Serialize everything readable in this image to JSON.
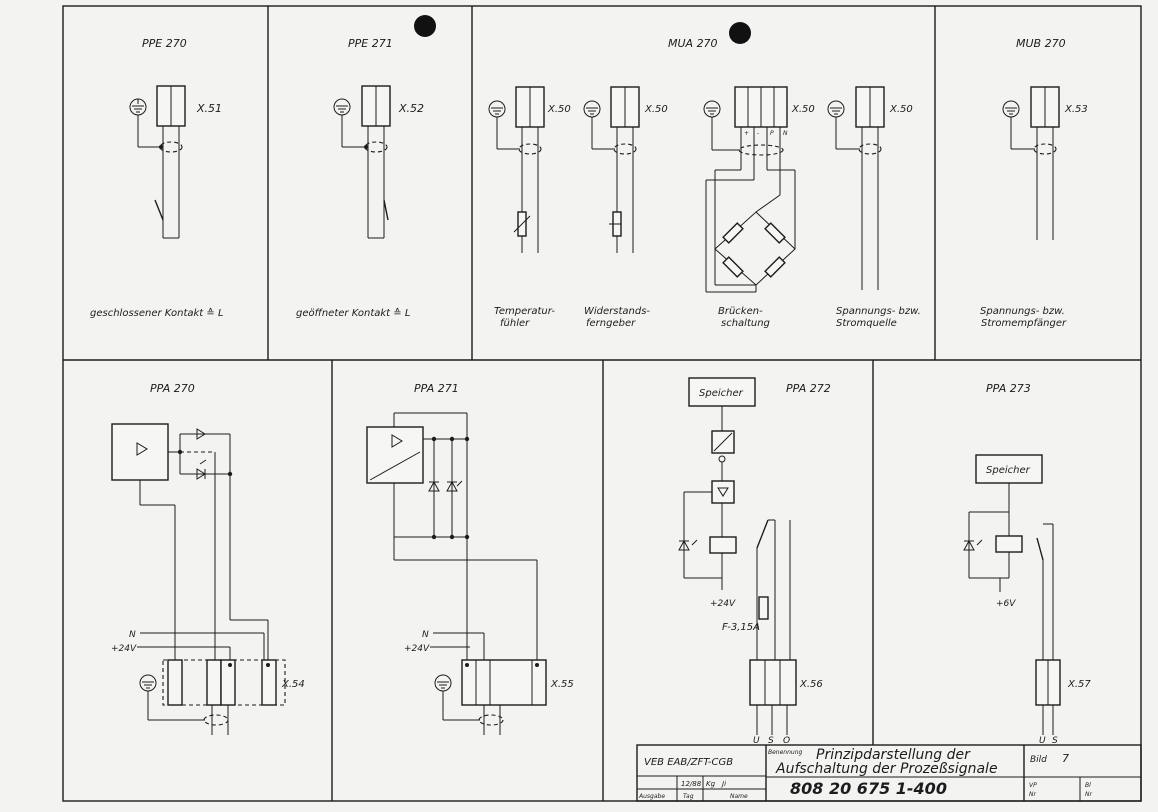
{
  "top_panels": {
    "ppe270": {
      "title": "PPE 270",
      "terminal": "X.51",
      "caption": "geschlossener Kontakt ≙ L"
    },
    "ppe271": {
      "title": "PPE 271",
      "terminal": "X.52",
      "caption": "geöffneter Kontakt ≙ L"
    },
    "mua270": {
      "title": "MUA 270",
      "terminals": [
        "X.50",
        "X.50",
        "X.50",
        "X.50"
      ],
      "captions": [
        {
          "line1": "Temperatur-",
          "line2": "fühler"
        },
        {
          "line1": "Widerstands-",
          "line2": "ferngeber"
        },
        {
          "line1": "Brücken-",
          "line2": "schaltung"
        },
        {
          "line1": "Spannungs- bzw.",
          "line2": "Stromquelle"
        }
      ],
      "pin_labels": [
        "+",
        "-",
        "P",
        "N"
      ]
    },
    "mub270": {
      "title": "MUB 270",
      "terminal": "X.53",
      "caption_line1": "Spannungs- bzw.",
      "caption_line2": "Stromempfänger"
    }
  },
  "bottom_panels": {
    "ppa270": {
      "title": "PPA 270",
      "terminal": "X.54",
      "n_label": "N",
      "v_label": "+24V"
    },
    "ppa271": {
      "title": "PPA 271",
      "terminal": "X.55",
      "n_label": "N",
      "v_label": "+24V"
    },
    "ppa272": {
      "title": "PPA 272",
      "terminal": "X.56",
      "memory_label": "Speicher",
      "supply": "+24V",
      "fuse": "F-3,15A",
      "pins": [
        "U",
        "S",
        "O"
      ]
    },
    "ppa273": {
      "title": "PPA 273",
      "terminal": "X.57",
      "memory_label": "Speicher",
      "supply": "+6V",
      "pins": [
        "U",
        "S"
      ]
    }
  },
  "title_block": {
    "org": "VEB EAB/ZFT-CGB",
    "label_benennung": "Benennung",
    "title_line1": "Prinzipdarstellung der",
    "title_line2": "Aufschaltung der Prozeßsignale",
    "bild_label": "Bild",
    "bild_number": "7",
    "date": "12/88",
    "initials": "Kg",
    "sign": "Ji",
    "row_labels": [
      "Ausgabe",
      "Tag",
      "Name"
    ],
    "doc_number": "808 20 675 1-400",
    "small_labels": [
      "VP",
      "Nr",
      "Bl",
      "Nr"
    ]
  }
}
